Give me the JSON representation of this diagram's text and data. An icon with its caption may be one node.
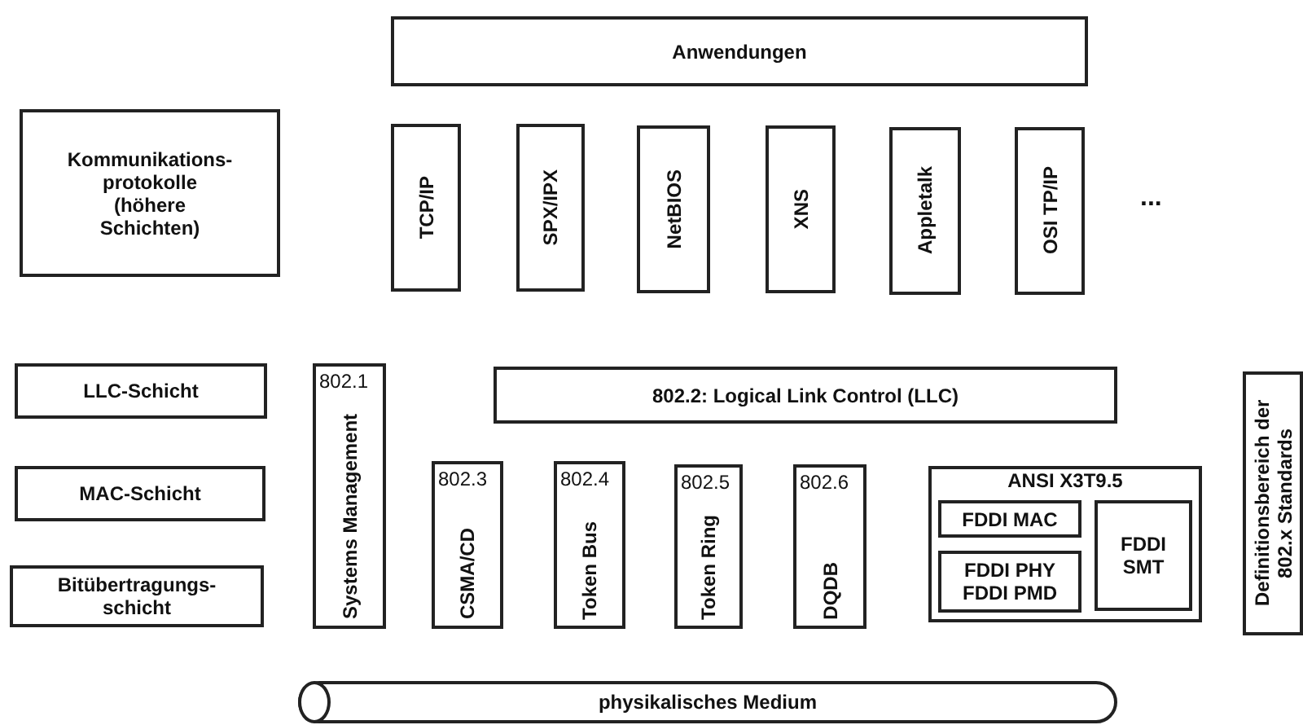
{
  "diagram": {
    "nodes": [
      {
        "text": [
          "Anwendungen"
        ]
      },
      {
        "text": [
          "Kommunikations-protokolle (höhere Schichten)"
        ]
      },
      {
        "text": [
          "TCP/IP"
        ]
      },
      {
        "text": [
          "SPX/IPX"
        ]
      },
      {
        "text": [
          "NetBIOS"
        ]
      },
      {
        "text": [
          "XNS"
        ]
      },
      {
        "text": [
          "Appletalk"
        ]
      },
      {
        "text": [
          "OSI TP/IP"
        ]
      },
      {
        "text": [
          "LLC-Schicht"
        ]
      },
      {
        "text": [
          "MAC-Schicht"
        ]
      },
      {
        "text": [
          "Bitübertragungs-schicht"
        ]
      },
      {
        "text": [
          "802.1",
          "Systems Management"
        ]
      },
      {
        "text": [
          "802.2: Logical Link Control (LLC)"
        ]
      },
      {
        "text": [
          "802.3",
          "CSMA/CD"
        ]
      },
      {
        "text": [
          "802.4",
          "Token Bus"
        ]
      },
      {
        "text": [
          "802.5",
          "Token Ring"
        ]
      },
      {
        "text": [
          "802.6",
          "DQDB"
        ]
      },
      {
        "text": [
          "ANSI X3T9.5"
        ]
      },
      {
        "text": [
          "FDDI MAC"
        ],
        "in": 17
      },
      {
        "text": [
          "FDDI PHY FDDI PMD"
        ],
        "in": 17
      },
      {
        "text": [
          "FDDI SMT"
        ],
        "in": 17
      },
      {
        "text": [
          "Definitionsbereich der 802.x Standards"
        ]
      },
      {
        "text": [
          "physikalisches Medium"
        ]
      }
    ],
    "edges": [],
    "labels": [
      "..."
    ]
  }
}
